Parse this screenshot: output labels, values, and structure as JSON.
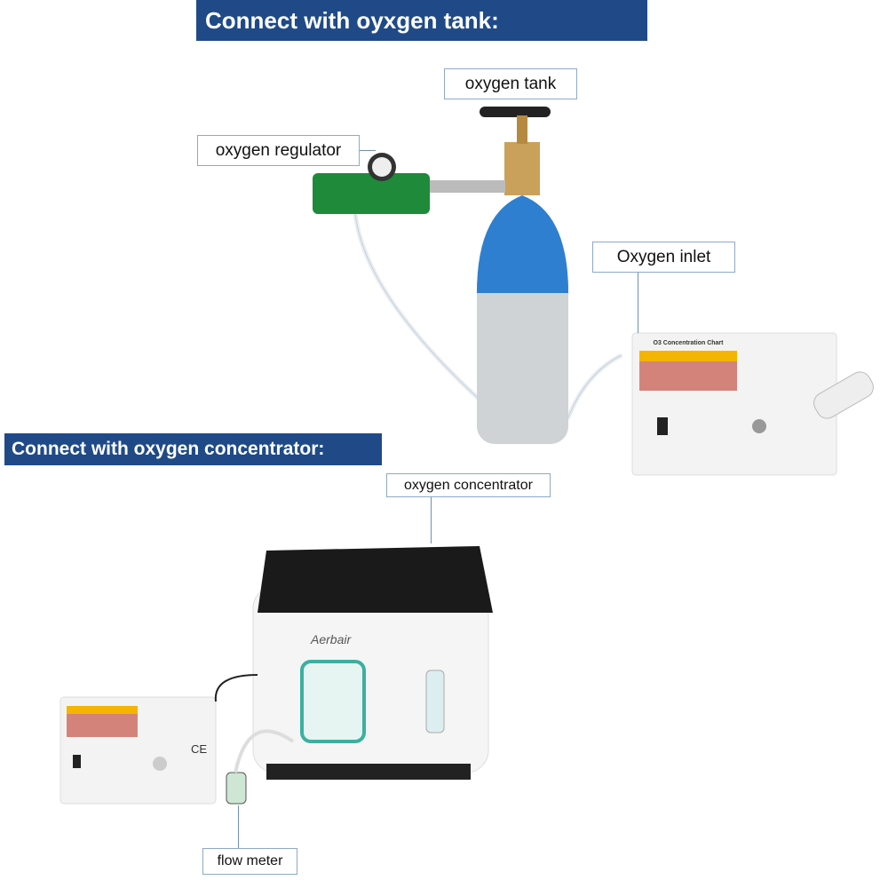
{
  "banners": {
    "tank": "Connect with oyxgen tank:",
    "concentrator": "Connect with oxygen concentrator:"
  },
  "labels": {
    "oxygen_tank": "oxygen tank",
    "oxygen_regulator": "oxygen regulator",
    "oxygen_inlet": "Oxygen inlet",
    "oxygen_concentrator": "oxygen concentrator",
    "flow_meter": "flow meter"
  },
  "device_text": {
    "chart_title": "O3 Concentration Chart",
    "brand": "Aerbair",
    "ce_mark": "CE"
  },
  "colors": {
    "banner": "#1f4a87",
    "tank_top": "#2f7fd0",
    "regulator": "#1f8a3a"
  }
}
